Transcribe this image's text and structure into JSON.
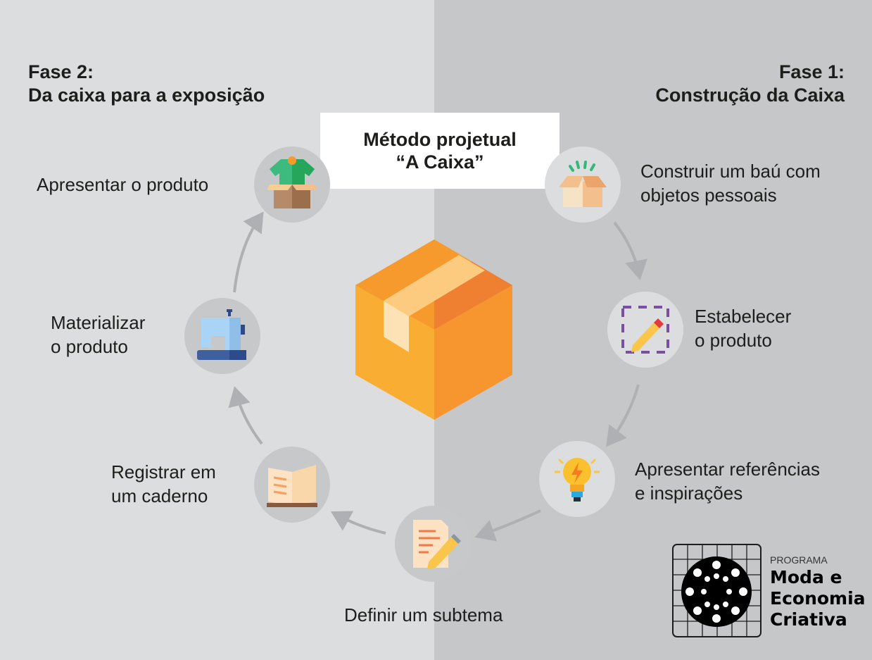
{
  "phase2": {
    "line1": "Fase 2:",
    "line2": "Da caixa para a exposição"
  },
  "phase1": {
    "line1": "Fase 1:",
    "line2": "Construção da Caixa"
  },
  "title": {
    "line1": "Método projetual",
    "line2": "“A Caixa”"
  },
  "steps": [
    {
      "icon": "open-box-icon",
      "line1": "Construir um baú com",
      "line2": "objetos pessoais"
    },
    {
      "icon": "pencil-frame-icon",
      "line1": "Estabelecer",
      "line2": "o produto"
    },
    {
      "icon": "lightbulb-icon",
      "line1": "Apresentar referências",
      "line2": "e inspirações"
    },
    {
      "icon": "document-pencil-icon",
      "line1": "Definir um subtema"
    },
    {
      "icon": "notebook-icon",
      "line1": "Registrar em",
      "line2": "um caderno"
    },
    {
      "icon": "sewing-machine-icon",
      "line1": "Materializar",
      "line2": "o produto"
    },
    {
      "icon": "shirt-box-icon",
      "line1": "Apresentar o produto"
    }
  ],
  "logo": {
    "program": "PROGRAMA",
    "line1": "Moda e",
    "line2": "Economia",
    "line3": "Criativa"
  },
  "colors": {
    "left_bg": "#dcdddf",
    "right_bg": "#c5c7c9",
    "arrow": "#aeb0b3",
    "box_orange": "#f7a530"
  }
}
